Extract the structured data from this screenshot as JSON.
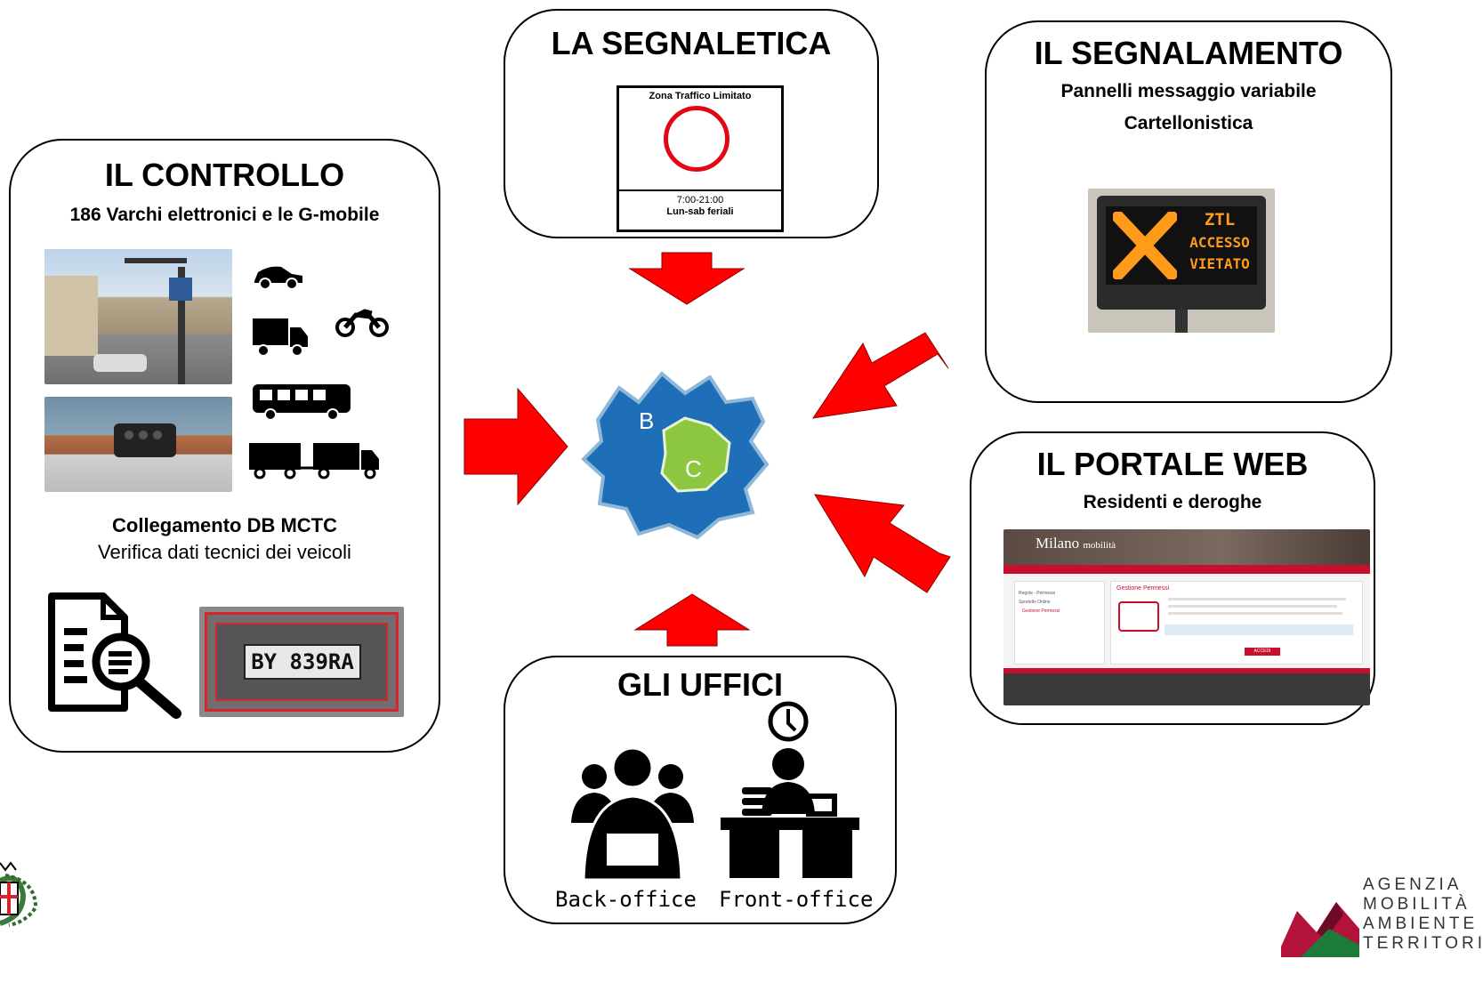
{
  "controllo": {
    "title": "IL CONTROLLO",
    "subtitle": "186 Varchi elettronici e le G-mobile",
    "db_title": "Collegamento DB MCTC",
    "db_text": "Verifica dati tecnici dei veicoli",
    "plate": "BY 839RA"
  },
  "segnaletica": {
    "title": "LA SEGNALETICA",
    "sign_header": "Zona Traffico Limitato",
    "sign_hours": "7:00-21:00",
    "sign_days": "Lun-sab feriali"
  },
  "segnalamento": {
    "title": "IL SEGNALAMENTO",
    "line1": "Pannelli messaggio variabile",
    "line2": "Cartellonistica",
    "panel_text": [
      "ZTL",
      "ACCESSO",
      "VIETATO"
    ]
  },
  "portale": {
    "title": "IL PORTALE WEB",
    "subtitle": "Residenti e deroghe",
    "site_name": "Milano",
    "site_suffix": "mobilità",
    "page_heading": "Gestione Permessi",
    "side_items": [
      "Regole - Permessi",
      "Sportello Online",
      "Gestione Permessi"
    ],
    "button": "ACCEDI"
  },
  "uffici": {
    "title": "GLI UFFICI",
    "back_office": "Back-office",
    "front_office": "Front-office"
  },
  "map": {
    "zone_b": "B",
    "zone_c": "C"
  },
  "logo_right": [
    "AGENZIA",
    "MOBILITÀ",
    "AMBIENTE",
    "TERRITORIO"
  ],
  "colors": {
    "arrow": "#ff0000",
    "map_blue": "#1f6fb8",
    "map_green": "#8dc63f",
    "sign_red": "#e30613"
  }
}
